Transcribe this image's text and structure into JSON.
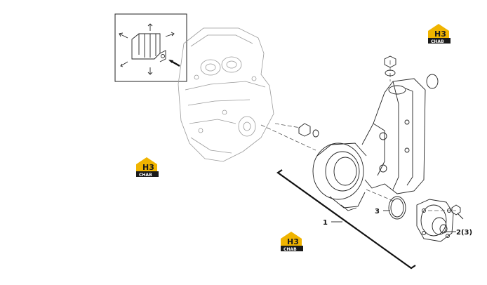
{
  "watermark": {
    "brand_letters": "H3",
    "brand_sub": "CHAB",
    "color_yellow": "#f0b400",
    "color_dark": "#1a1a1a"
  },
  "callouts": [
    {
      "id": "1",
      "label": "1"
    },
    {
      "id": "2",
      "label": "2(3)"
    },
    {
      "id": "3",
      "label": "3"
    }
  ],
  "icons": [
    "inset-detail-view",
    "engine-block-outline",
    "rear-housing-bracket",
    "water-pump",
    "o-ring",
    "bolt",
    "plug",
    "logo-h3-chab"
  ]
}
